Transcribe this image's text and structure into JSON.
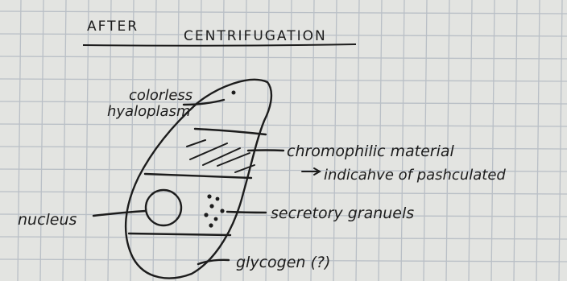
{
  "title": {
    "word1": "AFTER",
    "word2": "CENTRIFUGATION"
  },
  "labels": {
    "colorless_line1": "colorless",
    "colorless_line2": "hyaloplasm",
    "chromophilic": "chromophilic material",
    "indicative": "indicahve of pashculated",
    "nucleus": "nucleus",
    "secretory": "secretory granuels",
    "glycogen": "glycogen (?)"
  },
  "colors": {
    "ink": "#1c1c1c",
    "paper": "#e3e4e1",
    "grid": "#b9bfc6"
  }
}
